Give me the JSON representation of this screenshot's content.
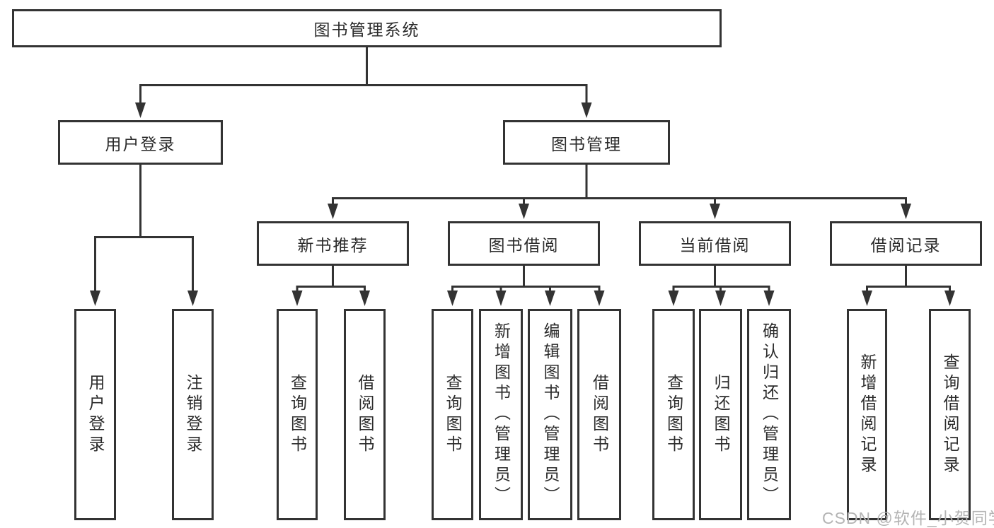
{
  "diagram": {
    "root": {
      "label": "图书管理系统"
    },
    "level2": [
      {
        "id": "user-login",
        "label": "用户登录"
      },
      {
        "id": "book-management",
        "label": "图书管理"
      }
    ],
    "level3": [
      {
        "id": "new-book-recommend",
        "label": "新书推荐",
        "parent": "book-management"
      },
      {
        "id": "book-borrow",
        "label": "图书借阅",
        "parent": "book-management"
      },
      {
        "id": "current-borrow",
        "label": "当前借阅",
        "parent": "book-management"
      },
      {
        "id": "borrow-records",
        "label": "借阅记录",
        "parent": "book-management"
      }
    ],
    "leaves": {
      "user_login": [
        "用户登录",
        "注销登录"
      ],
      "new_book_recommend": [
        "查询图书",
        "借阅图书"
      ],
      "book_borrow": [
        "查询图书",
        "新增图书（管理员）",
        "编辑图书（管理员）",
        "借阅图书"
      ],
      "current_borrow": [
        "查询图书",
        "归还图书",
        "确认归还（管理员）"
      ],
      "borrow_records": [
        "新增借阅记录",
        "查询借阅记录"
      ]
    }
  },
  "watermark": {
    "text": "CSDN @软件_小贺同学"
  },
  "colors": {
    "line": "#333333",
    "text": "#2b2b2b",
    "background": "#ffffff",
    "watermark": "#b4b4b4"
  }
}
